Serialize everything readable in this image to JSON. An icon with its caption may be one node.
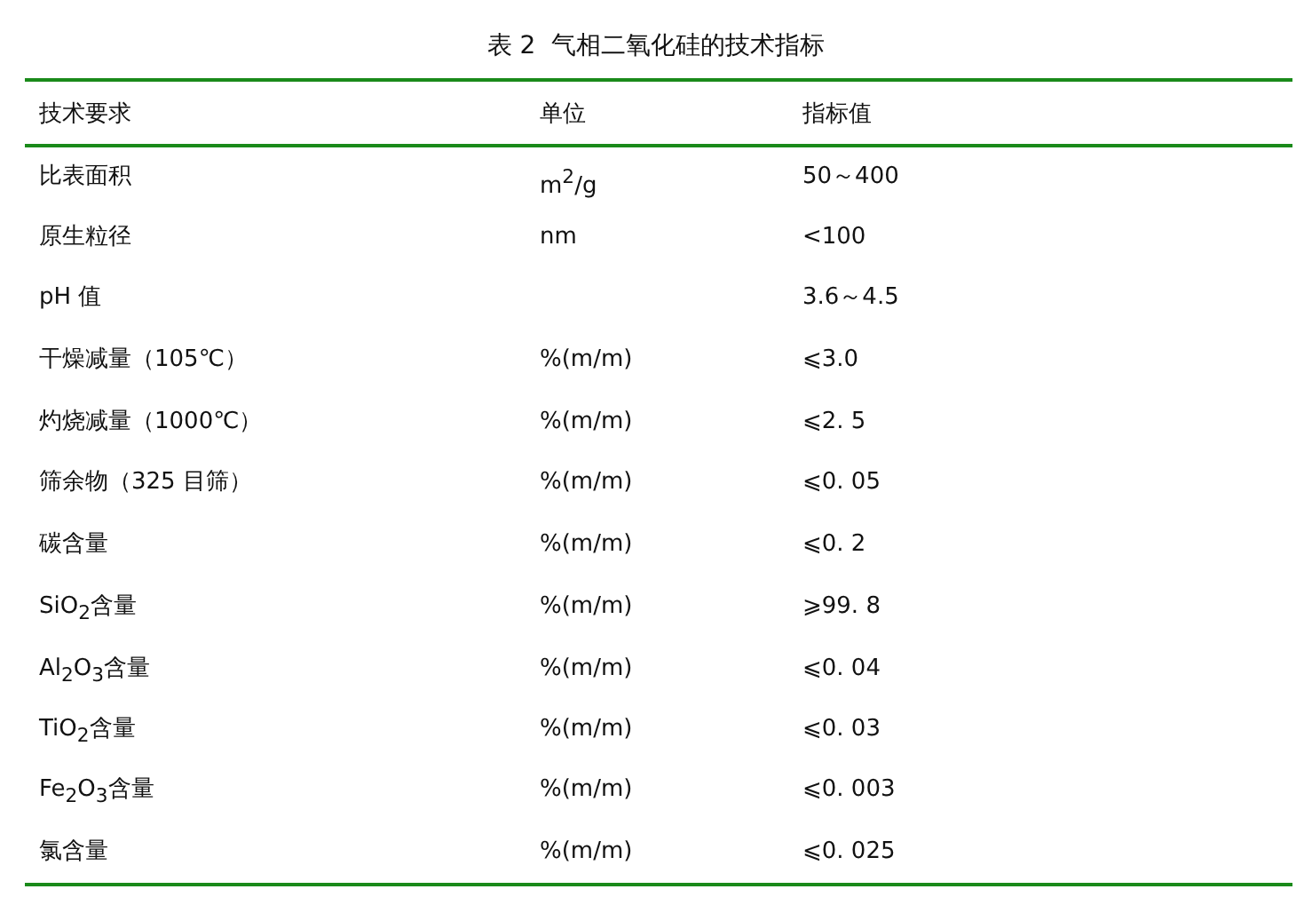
{
  "diagram": {
    "title": "表 2  气相二氧化硅的技术指标",
    "labels": [
      "技术要求",
      "单位",
      "指标值",
      "比表面积",
      "m$^{2}$/g",
      "50～400",
      "原生粒径",
      "nm",
      "<100",
      "pH 值",
      "3.6～4.5",
      "干燥减量（105℃）",
      "%(m/m)",
      "⩽3.0",
      "灼烧减量（1000℃）",
      "%(m/m)",
      "⩽2. 5",
      "筛余物（325 目筛）",
      "%(m/m)",
      "⩽0. 05",
      "碳含量",
      "%(m/m)",
      "⩽0. 2",
      "SiO$_{2}$含量",
      "%(m/m)",
      "⩾99. 8",
      "Al$_{2}$O$_{3}$含量",
      "%(m/m)",
      "⩽0. 04",
      "TiO$_{2}$含量",
      "%(m/m)",
      "⩽0. 03",
      "Fe$_{2}$O$_{3}$含量",
      "%(m/m)",
      "⩽0. 003",
      "氯含量",
      "%(m/m)",
      "⩽0. 025"
    ]
  }
}
